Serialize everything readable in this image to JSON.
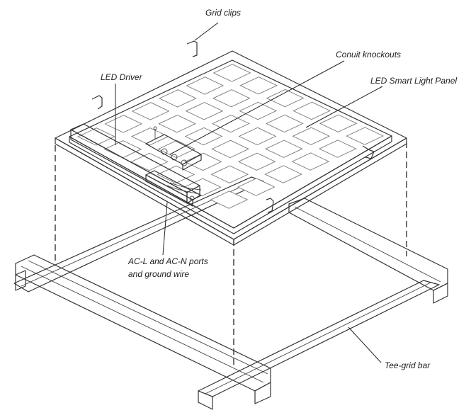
{
  "labels": {
    "grid_clips": "Grid clips",
    "conduit_knockouts": "Conuit knockouts",
    "led_driver": "LED Driver",
    "led_smart_light_panel": "LED Smart Light Panel",
    "ac_ports_line1": "AC-L and AC-N ports",
    "ac_ports_line2": "and ground wire",
    "tee_grid_bar": "Tee-grid bar"
  },
  "colors": {
    "stroke": "#333333",
    "panel_fill": "#f2f2f2",
    "cell_fill": "#ffffff",
    "background": "#ffffff"
  }
}
